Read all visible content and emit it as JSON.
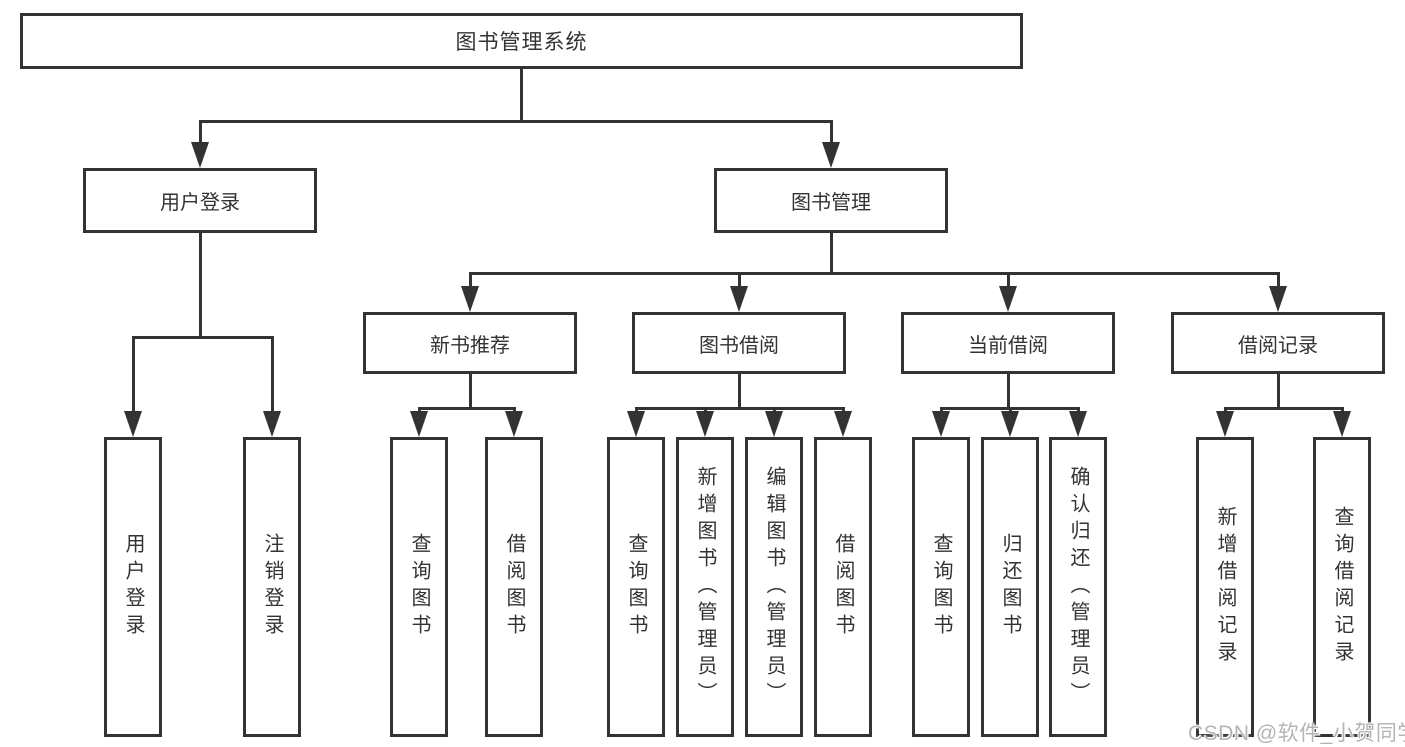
{
  "diagram": {
    "root": "图书管理系统",
    "branches": [
      {
        "label": "用户登录",
        "children": [
          "用户登录",
          "注销登录"
        ]
      },
      {
        "label": "图书管理",
        "children": [
          {
            "label": "新书推荐",
            "children": [
              "查询图书",
              "借阅图书"
            ]
          },
          {
            "label": "图书借阅",
            "children": [
              "查询图书",
              "新增图书（管理员）",
              "编辑图书（管理员）",
              "借阅图书"
            ]
          },
          {
            "label": "当前借阅",
            "children": [
              "查询图书",
              "归还图书",
              "确认归还（管理员）"
            ]
          },
          {
            "label": "借阅记录",
            "children": [
              "新增借阅记录",
              "查询借阅记录"
            ]
          }
        ]
      }
    ]
  },
  "watermark": {
    "text": "CSDN @软件_小贺同学"
  },
  "colors": {
    "line": "#333333",
    "text": "#333333",
    "watermark": "#b5b5b5",
    "background": "#ffffff"
  }
}
